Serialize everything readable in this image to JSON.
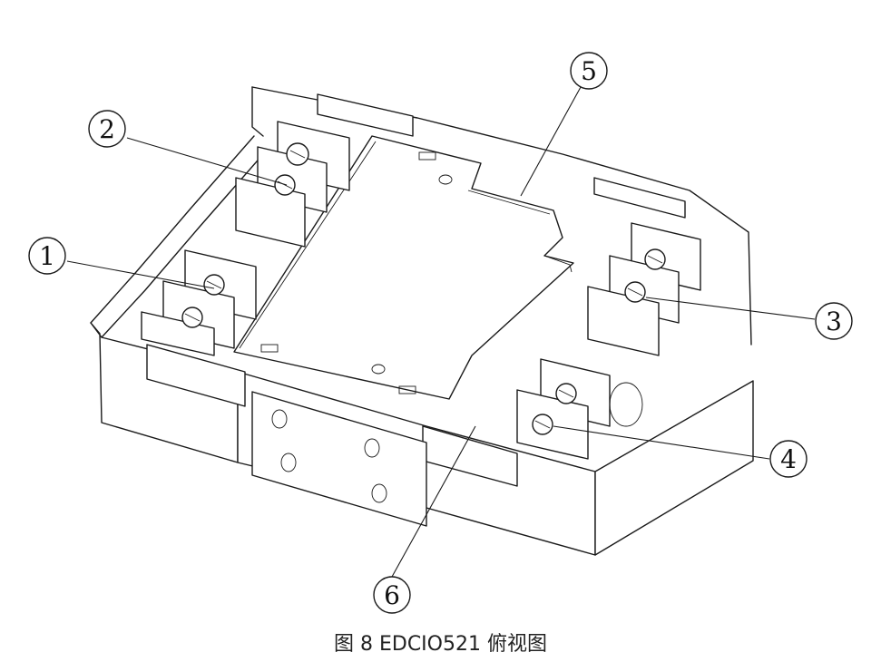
{
  "figure": {
    "caption": "图 8 EDCIO521 俯视图",
    "callouts": [
      {
        "id": "1",
        "label": "1"
      },
      {
        "id": "2",
        "label": "2"
      },
      {
        "id": "3",
        "label": "3"
      },
      {
        "id": "4",
        "label": "4"
      },
      {
        "id": "5",
        "label": "5"
      },
      {
        "id": "6",
        "label": "6"
      }
    ]
  }
}
